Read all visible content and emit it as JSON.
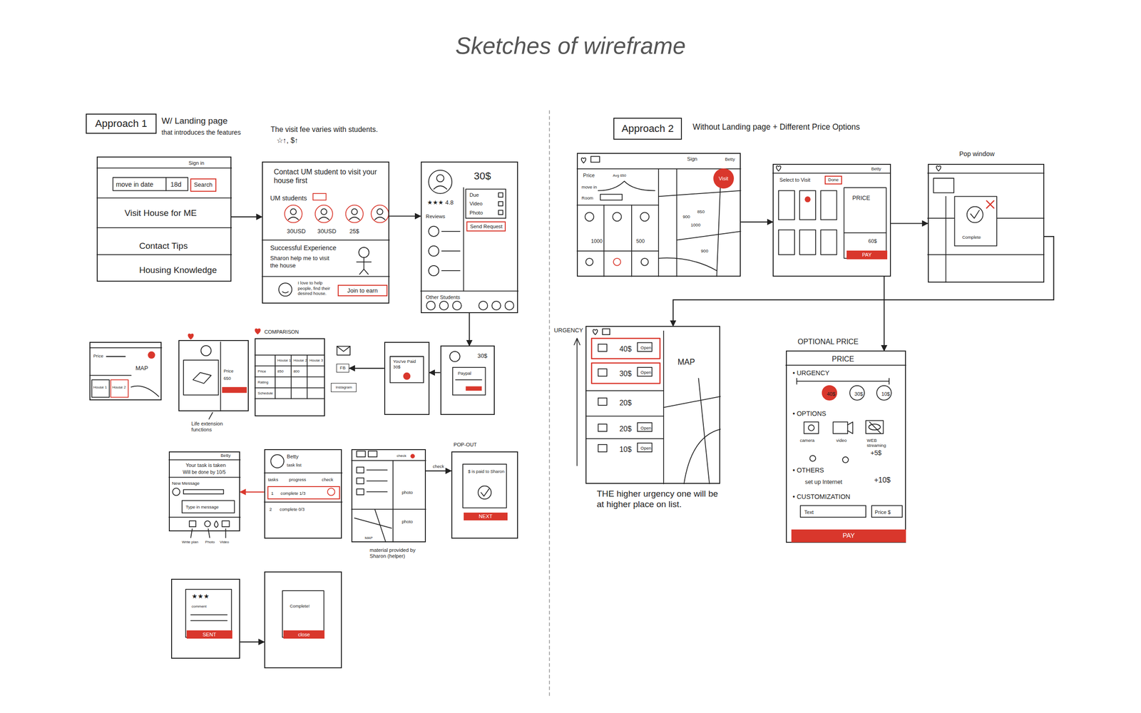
{
  "diagram": {
    "title": "Sketches of wireframe",
    "nodes": [
      {
        "text": [
          "Approach 1"
        ]
      },
      {
        "text": [
          "Sign in",
          "move in date",
          "18d",
          "Visit House for ME",
          "Contact Tips",
          "Housing Knowledge"
        ]
      },
      {
        "text": [
          "Search"
        ],
        "in": 1
      },
      {
        "text": [
          "Contact UM student to visit your house first",
          "UM students",
          "30USD",
          "30USD",
          "25$",
          "Successful Experience",
          "Sharon help me to visit the house",
          "I love to help people, find their desired house."
        ]
      },
      {
        "text": [
          "Join to earn"
        ],
        "in": 3
      },
      {
        "text": [
          "30$",
          "★★★ 4.8",
          "Due",
          "Video",
          "Photo",
          "Reviews",
          "Other Students"
        ]
      },
      {
        "text": [
          "Send Request"
        ],
        "in": 5
      },
      {
        "text": [
          "Price",
          "MAP",
          "House 1",
          "House 2"
        ]
      },
      {
        "text": [
          "Price",
          "650"
        ]
      },
      {
        "text": [
          "COMPARISON",
          "House 1",
          "House 2",
          "House 3",
          "Price",
          "850",
          "800",
          "Rating",
          "Schedule"
        ]
      },
      {
        "text": [
          "FB"
        ]
      },
      {
        "text": [
          "Instagram"
        ]
      },
      {
        "text": [
          "You've Paid 30$"
        ]
      },
      {
        "text": [
          "30$",
          "Paypal"
        ]
      },
      {
        "text": [
          "Betty",
          "Your task is taken",
          "Will be done by 10/5",
          "New Message",
          "Type in message"
        ]
      },
      {
        "text": [
          "Betty",
          "task list",
          "tasks",
          "progress",
          "check",
          "2",
          "complete 0/3"
        ]
      },
      {
        "text": [
          "1",
          "complete 1/3"
        ],
        "in": 15
      },
      {
        "text": [
          "check",
          "photo",
          "photo",
          "MAP"
        ]
      },
      {
        "text": [
          "POP-OUT",
          "$ is paid to Sharon"
        ]
      },
      {
        "text": [
          "NEXT"
        ],
        "in": 18
      },
      {
        "text": [
          "★★★",
          "comment"
        ]
      },
      {
        "text": [
          "SENT"
        ],
        "in": 20
      },
      {
        "text": [
          "Complete!"
        ]
      },
      {
        "text": [
          "close"
        ],
        "in": 22
      },
      {
        "text": [
          "Approach 2"
        ]
      },
      {
        "text": [
          "Sign",
          "Betty",
          "Price",
          "Avg 650",
          "move in",
          "Room",
          "1000",
          "500",
          "900",
          "850",
          "1000",
          "900"
        ]
      },
      {
        "text": [
          "Visit"
        ],
        "in": 25
      },
      {
        "text": [
          "Betty",
          "Select to Visit",
          "PRICE",
          "60$"
        ]
      },
      {
        "text": [
          "Done"
        ],
        "in": 27
      },
      {
        "text": [
          "PAY"
        ],
        "in": 27
      },
      {
        "text": [
          "Pop window",
          "Complete"
        ]
      },
      {
        "text": [
          "URGENCY",
          "40$",
          "Open",
          "30$",
          "Open",
          "20$",
          "20$",
          "Open",
          "10$",
          "Open",
          "MAP"
        ]
      },
      {
        "text": [
          "OPTIONAL PRICE",
          "PRICE",
          "• URGENCY",
          "40$",
          "30$",
          "10$",
          "• OPTIONS",
          "camera",
          "video",
          "WEB streaming",
          "+5$",
          "• OTHERS",
          "set up Internet",
          "+10$",
          "• CUSTOMIZATION",
          "Text",
          "Price $"
        ]
      },
      {
        "text": [
          "PAY"
        ],
        "in": 32
      }
    ],
    "edges": [
      {
        "from": 1,
        "to": 3,
        "arrow": "to"
      },
      {
        "from": 3,
        "to": 5,
        "arrow": "to"
      },
      {
        "from": 5,
        "to": 13,
        "arrow": "to"
      },
      {
        "from": 13,
        "to": 12,
        "arrow": "to"
      },
      {
        "from": 12,
        "to": 10,
        "arrow": "to"
      },
      {
        "from": 15,
        "to": 14,
        "arrow": "to"
      },
      {
        "from": 17,
        "to": 18,
        "label": "check",
        "arrow": "to"
      },
      {
        "from": 20,
        "to": 22,
        "arrow": "to"
      },
      {
        "from": 25,
        "to": 27,
        "arrow": "to"
      },
      {
        "from": 27,
        "to": 30,
        "arrow": "to"
      },
      {
        "from": 27,
        "to": 32,
        "arrow": "to"
      },
      {
        "from": 30,
        "to": 31,
        "arrow": "to"
      }
    ],
    "labels": [
      "W/ Landing page",
      "that introduces the features",
      "The visit fee varies with students.",
      "☆↑, $↑",
      "Life extension functions",
      "Write plan",
      "Photo",
      "Video",
      "material provided by Sharon (helper)",
      "Without Landing page + Different Price Options",
      "THE higher urgency one will be at higher place on list."
    ]
  }
}
